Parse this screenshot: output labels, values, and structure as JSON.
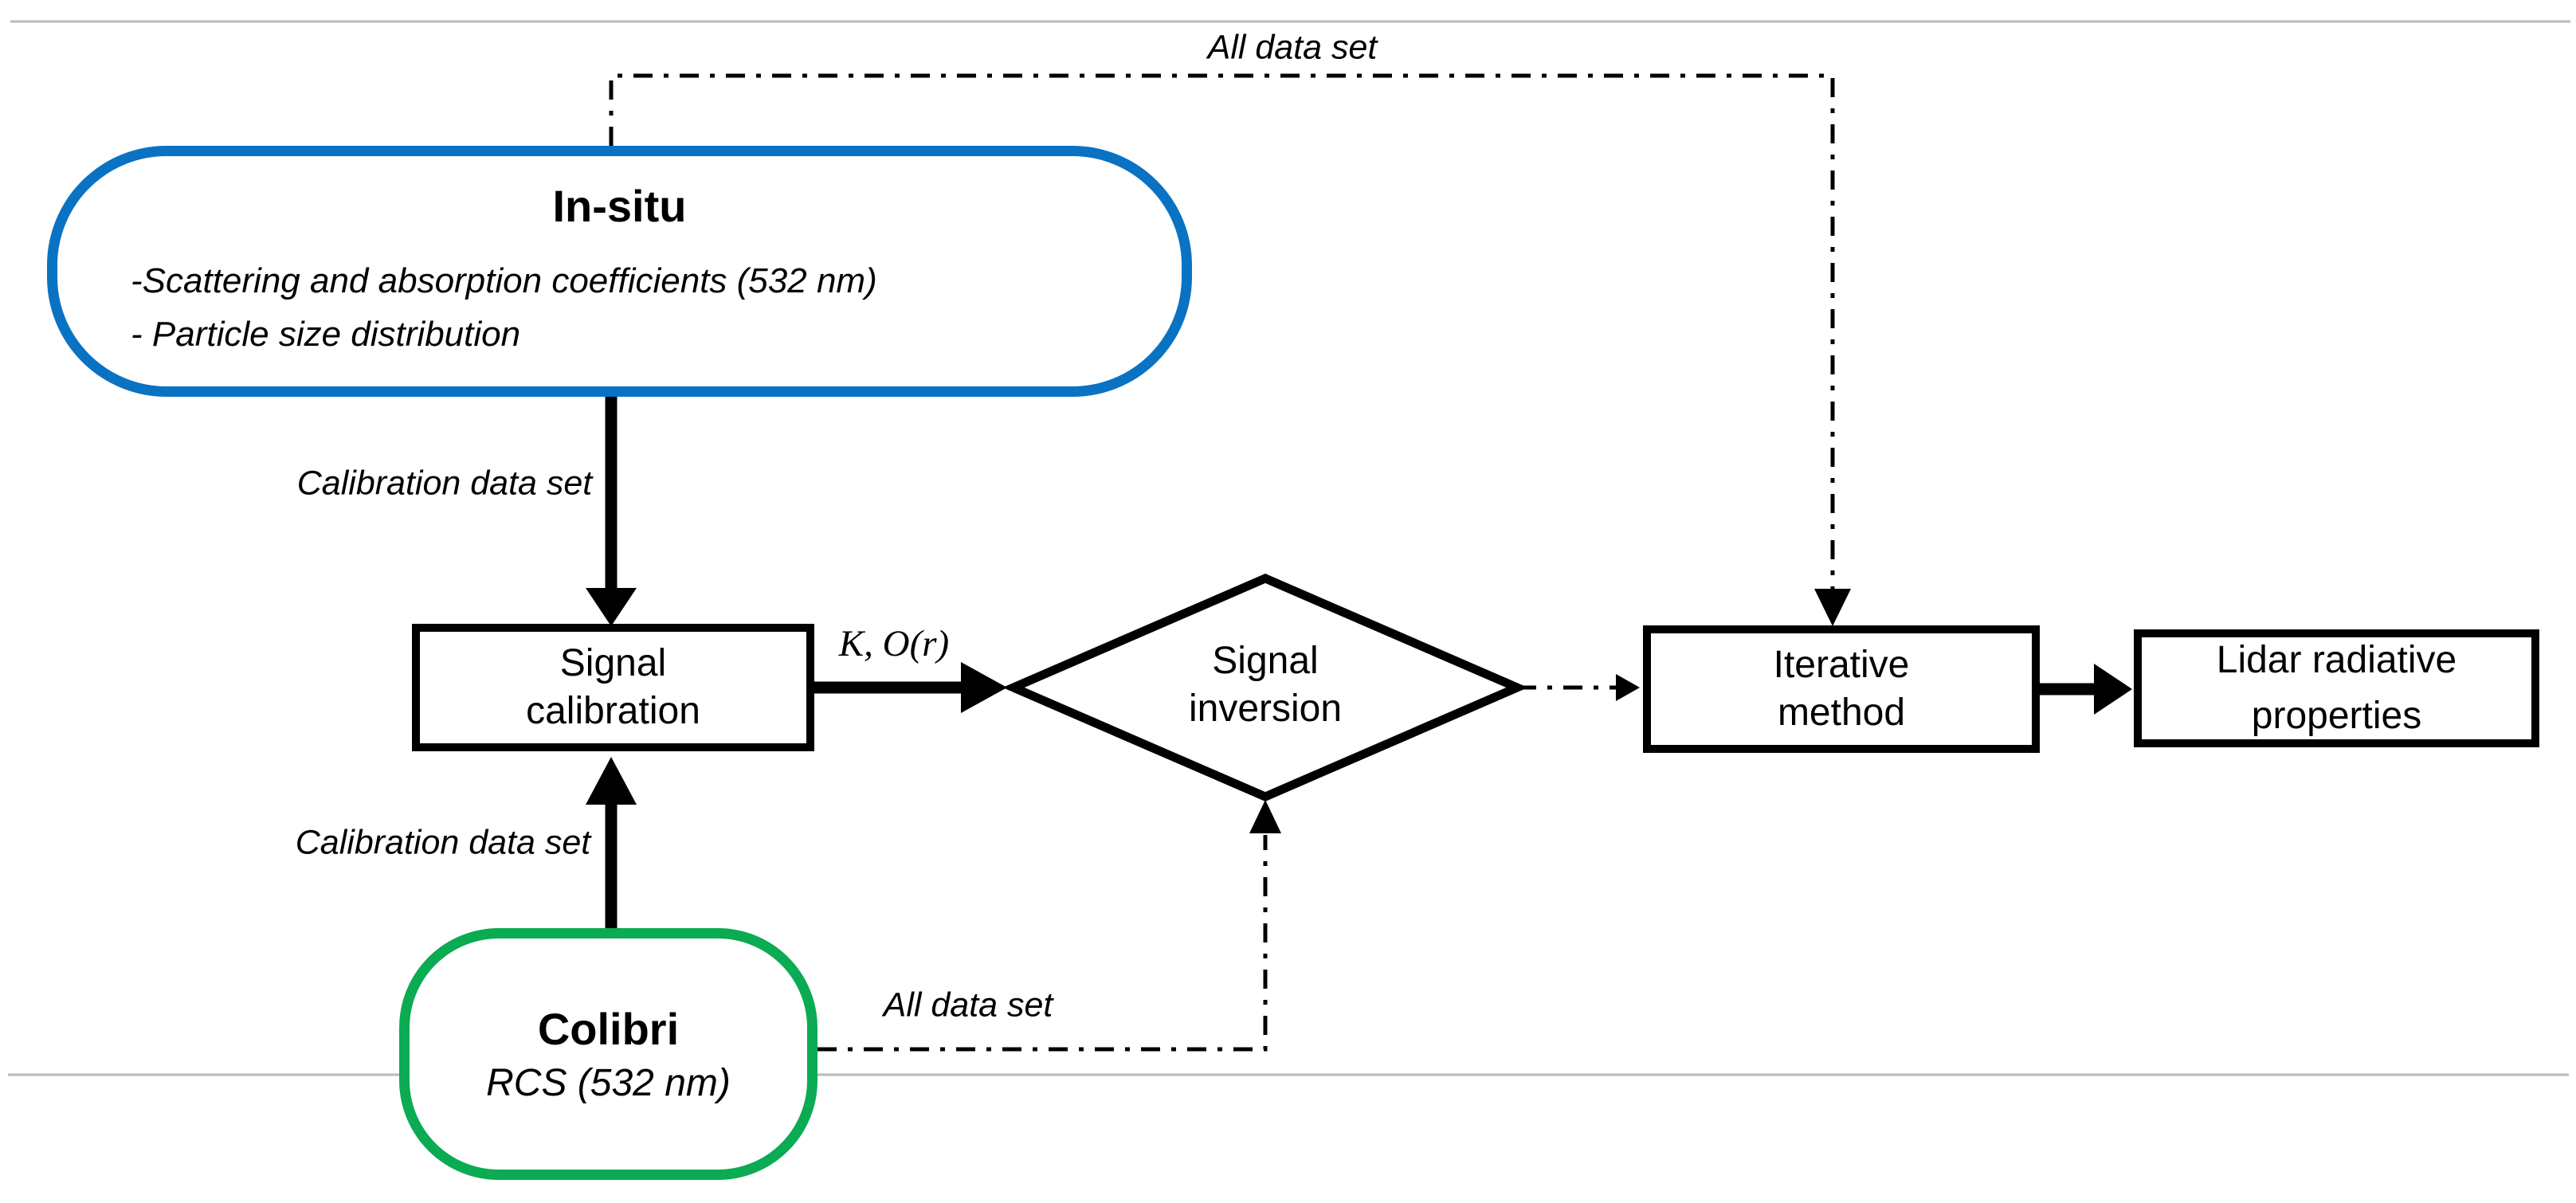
{
  "diagram": {
    "nodes": {
      "in_situ": {
        "title": "In-situ",
        "lines": [
          "-Scattering and absorption coefficients (532 nm)",
          "- Particle size distribution"
        ]
      },
      "colibri": {
        "title": "Colibri",
        "subtitle": "RCS (532 nm)"
      },
      "signal_calibration": {
        "line1": "Signal",
        "line2": "calibration"
      },
      "signal_inversion": {
        "line1": "Signal",
        "line2": "inversion"
      },
      "iterative_method": {
        "line1": "Iterative",
        "line2": "method"
      },
      "lidar_radiative_properties": {
        "line1": "Lidar radiative",
        "line2": "properties"
      }
    },
    "edge_labels": {
      "all_data_set_top": "All data set",
      "all_data_set_bottom": "All data set",
      "calibration_data_set_upper": "Calibration data set",
      "calibration_data_set_lower": "Calibration data set",
      "k_o_r": "K, O(r)"
    },
    "colors": {
      "blue_border": "#0a72c3",
      "green_border": "#0aab53",
      "connector_black": "#000000",
      "guide_line_gray": "#b9b9b9"
    }
  }
}
